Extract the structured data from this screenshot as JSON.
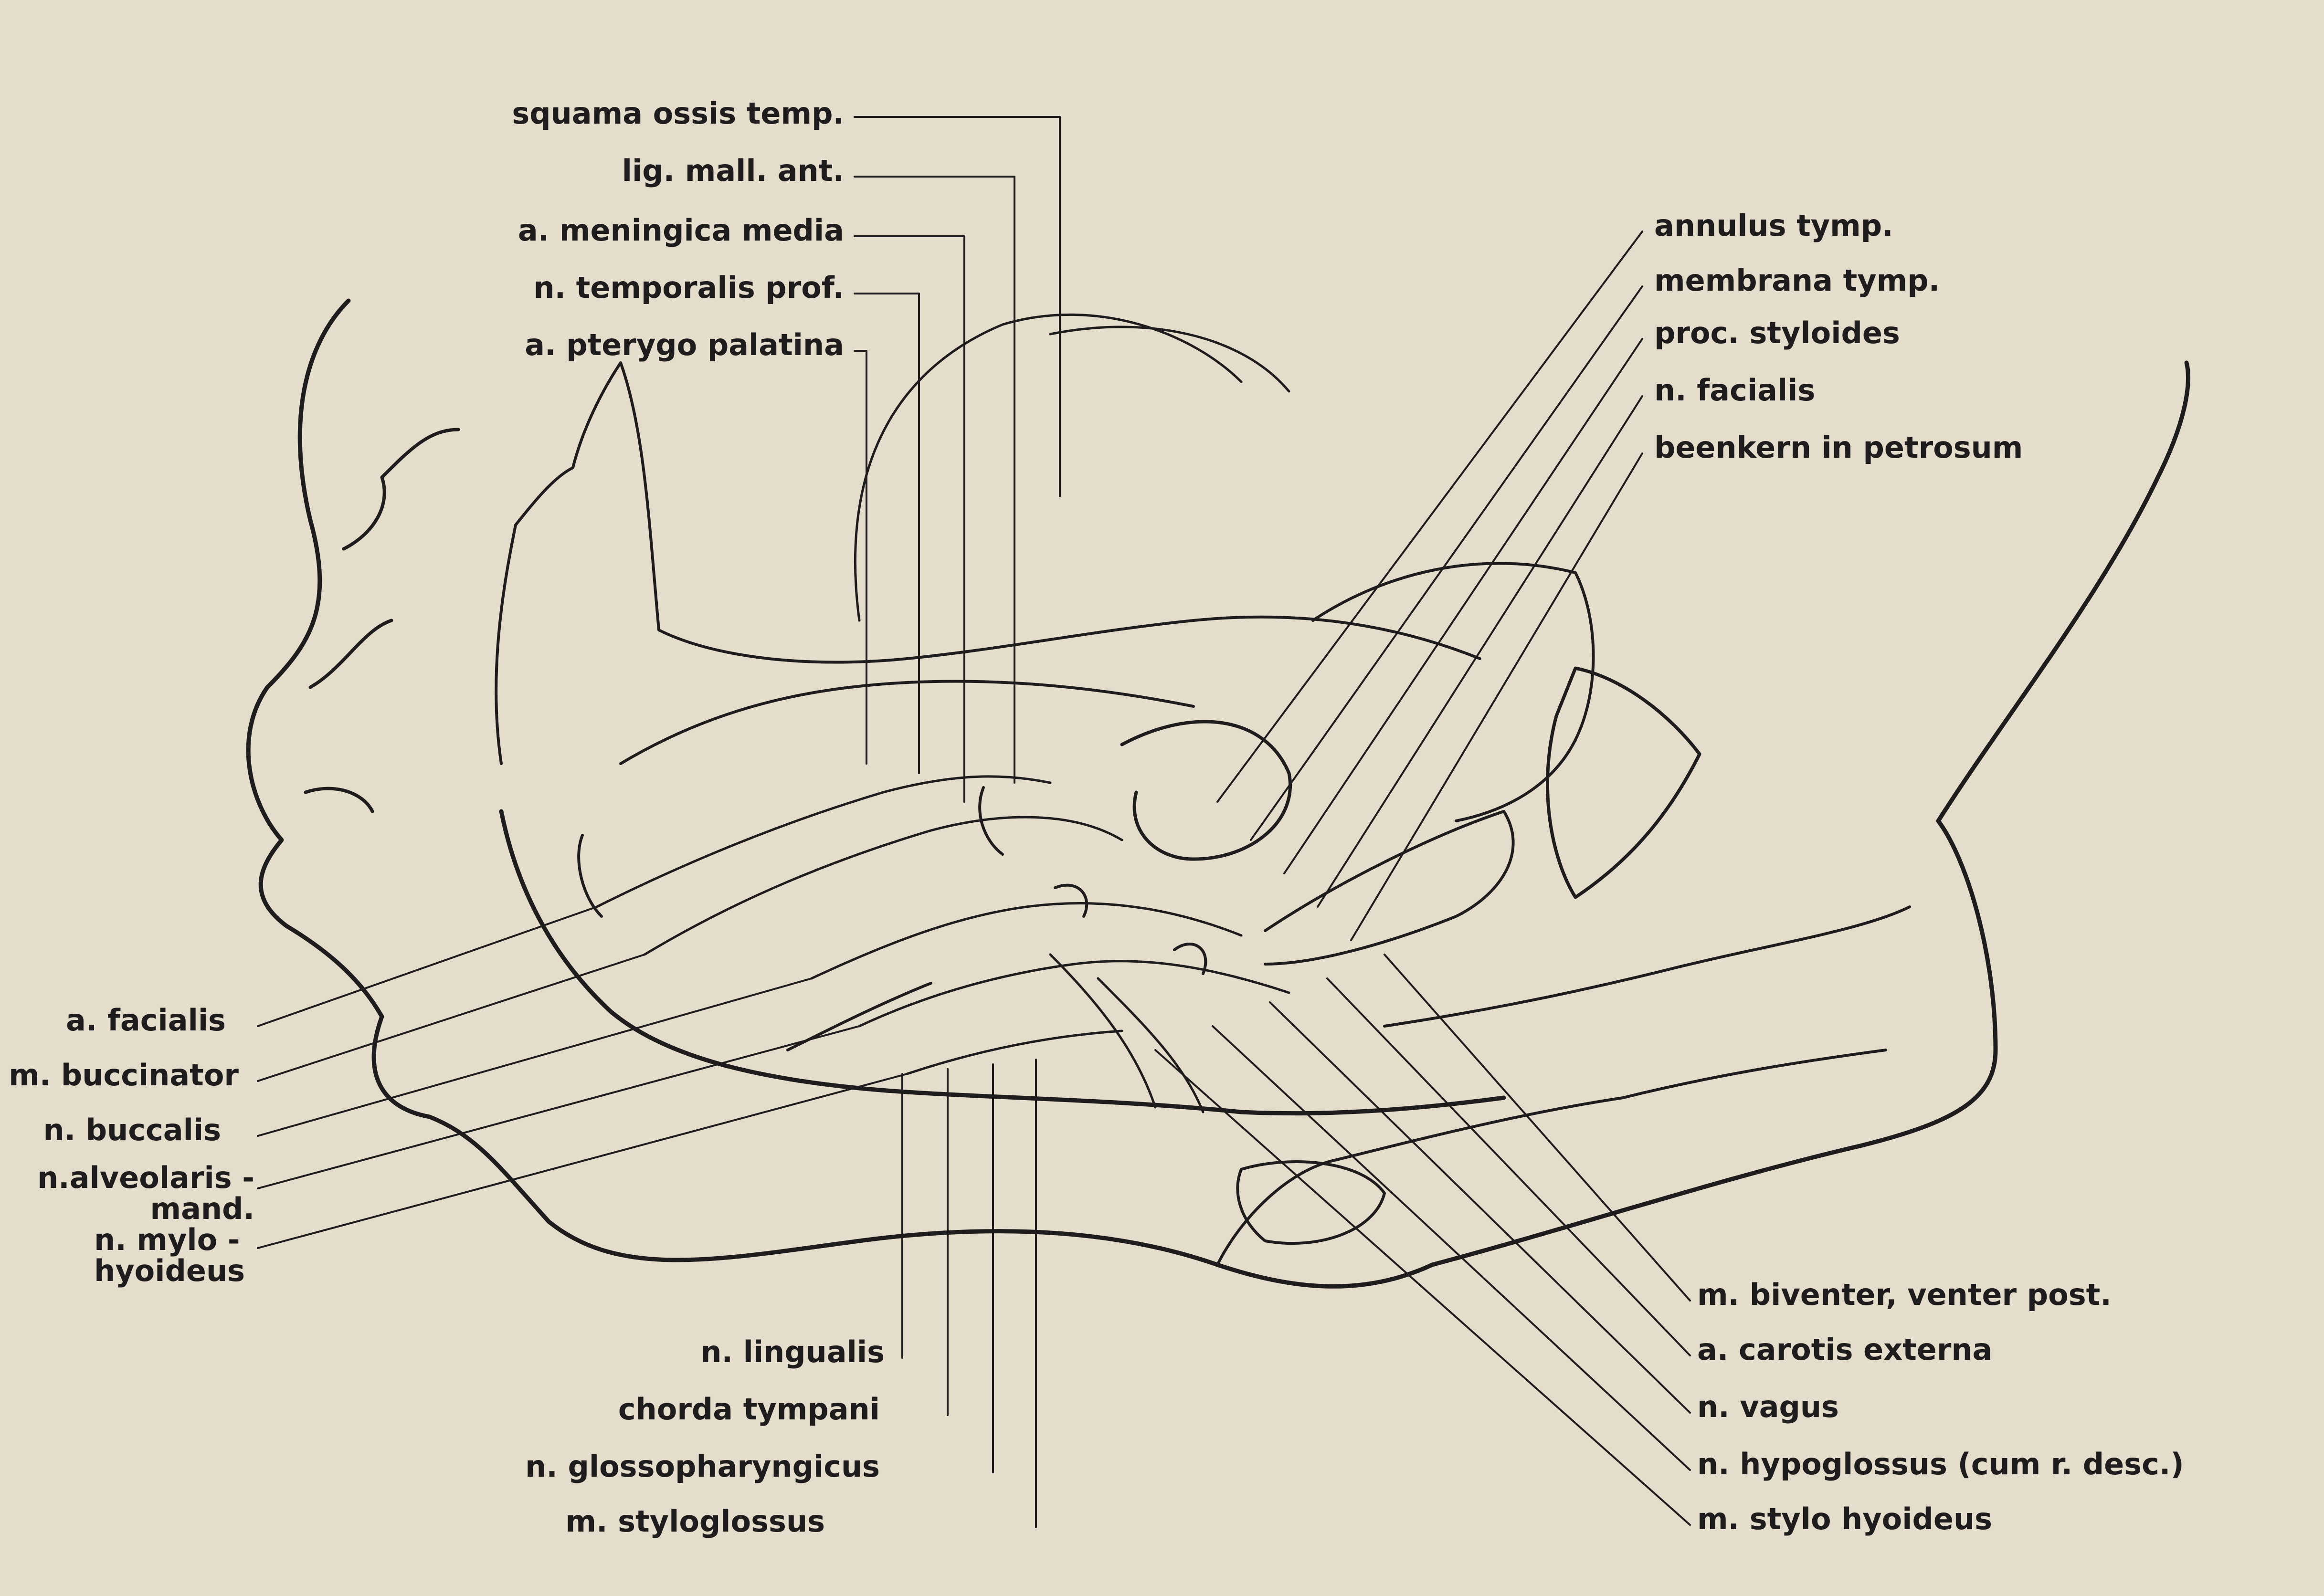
{
  "labels_top": [
    "squama ossis temp.",
    "lig. mall. ant.",
    "a. meningica media",
    "n. temporalis prof.",
    "a. pterygo palatina"
  ],
  "labels_upper_right": [
    "annulus tymp.",
    "membrana tymp.",
    "proc. styloides",
    "n. facialis",
    "beenkern in petrosum"
  ],
  "labels_left": {
    "facialis": "a. facialis",
    "buccinator": "m. buccinator",
    "buccalis": "n. buccalis",
    "alveolaris_1": "n.alveolaris -",
    "alveolaris_2": "mand.",
    "mylo_1": "n. mylo -",
    "mylo_2": "hyoideus"
  },
  "labels_bottom": [
    "n. lingualis",
    "chorda tympani",
    "n. glossopharyngicus",
    "m. styloglossus"
  ],
  "labels_lower_right": [
    "m. biventer, venter post.",
    "a. carotis externa",
    "n. vagus",
    "n. hypoglossus (cum r. desc.)",
    "m. stylo hyoideus"
  ],
  "colors": {
    "paper": "#e4ddcc",
    "ink": "#1e1c1c"
  }
}
